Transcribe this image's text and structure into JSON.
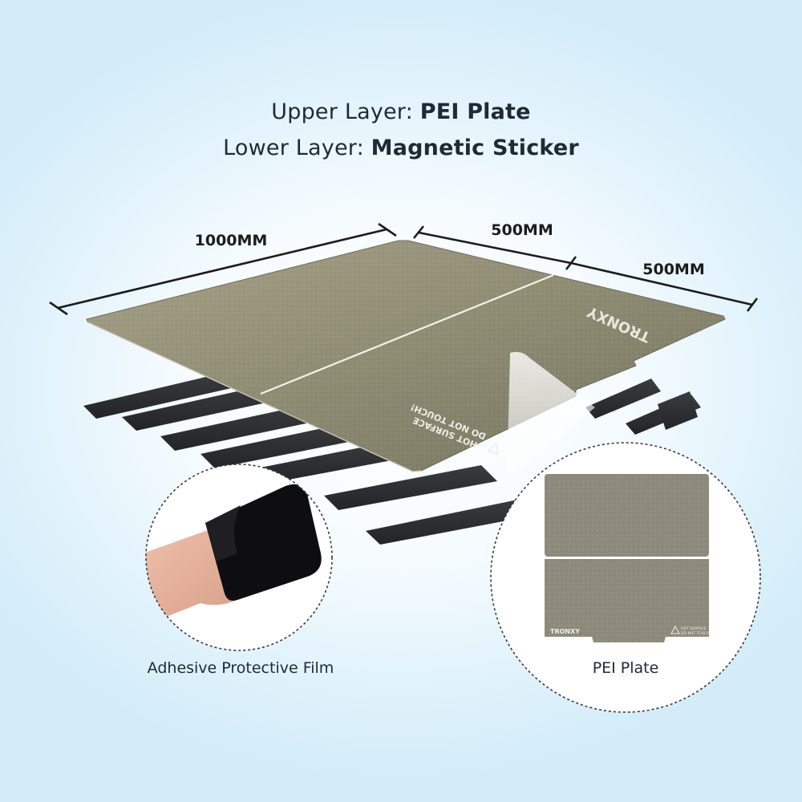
{
  "title": {
    "upper_label": "Upper Layer: ",
    "upper_value": "PEI Plate",
    "lower_label": "Lower Layer: ",
    "lower_value": "Magnetic Sticker"
  },
  "dimensions": {
    "width": "1000MM",
    "depth_a": "500MM",
    "depth_b": "500MM"
  },
  "plate": {
    "brand": "TRONXY",
    "warning_line1": "HOT SURFACE",
    "warning_line2": "DO NOT TOUCH!"
  },
  "callouts": {
    "left_caption": "Adhesive Protective Film",
    "right_caption": "PEI Plate"
  },
  "colors": {
    "plate": "#8d8a73",
    "magnet_strip": "#2d2f33",
    "film": "#e0aa93"
  }
}
